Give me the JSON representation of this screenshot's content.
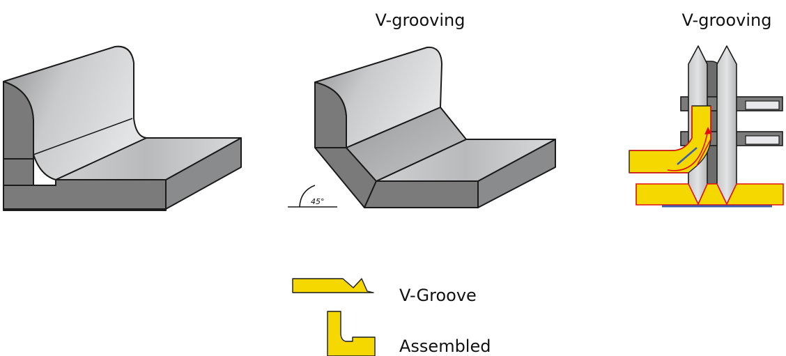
{
  "titles": {
    "middle": "V-grooving",
    "right": "V-grooving"
  },
  "angle_label": "45°",
  "legend": {
    "items": [
      {
        "label": "V-Groove",
        "icon": "v-groove-profile-icon"
      },
      {
        "label": "Assembled",
        "icon": "assembled-profile-icon"
      }
    ]
  },
  "colors": {
    "metal_light": "#d9dadb",
    "metal_mid": "#a9abad",
    "metal_dark": "#7a7a7a",
    "edge": "#1a1a1a",
    "accent_yellow": "#f5d800",
    "accent_red": "#e01010",
    "accent_blue": "#3a5ea8"
  }
}
